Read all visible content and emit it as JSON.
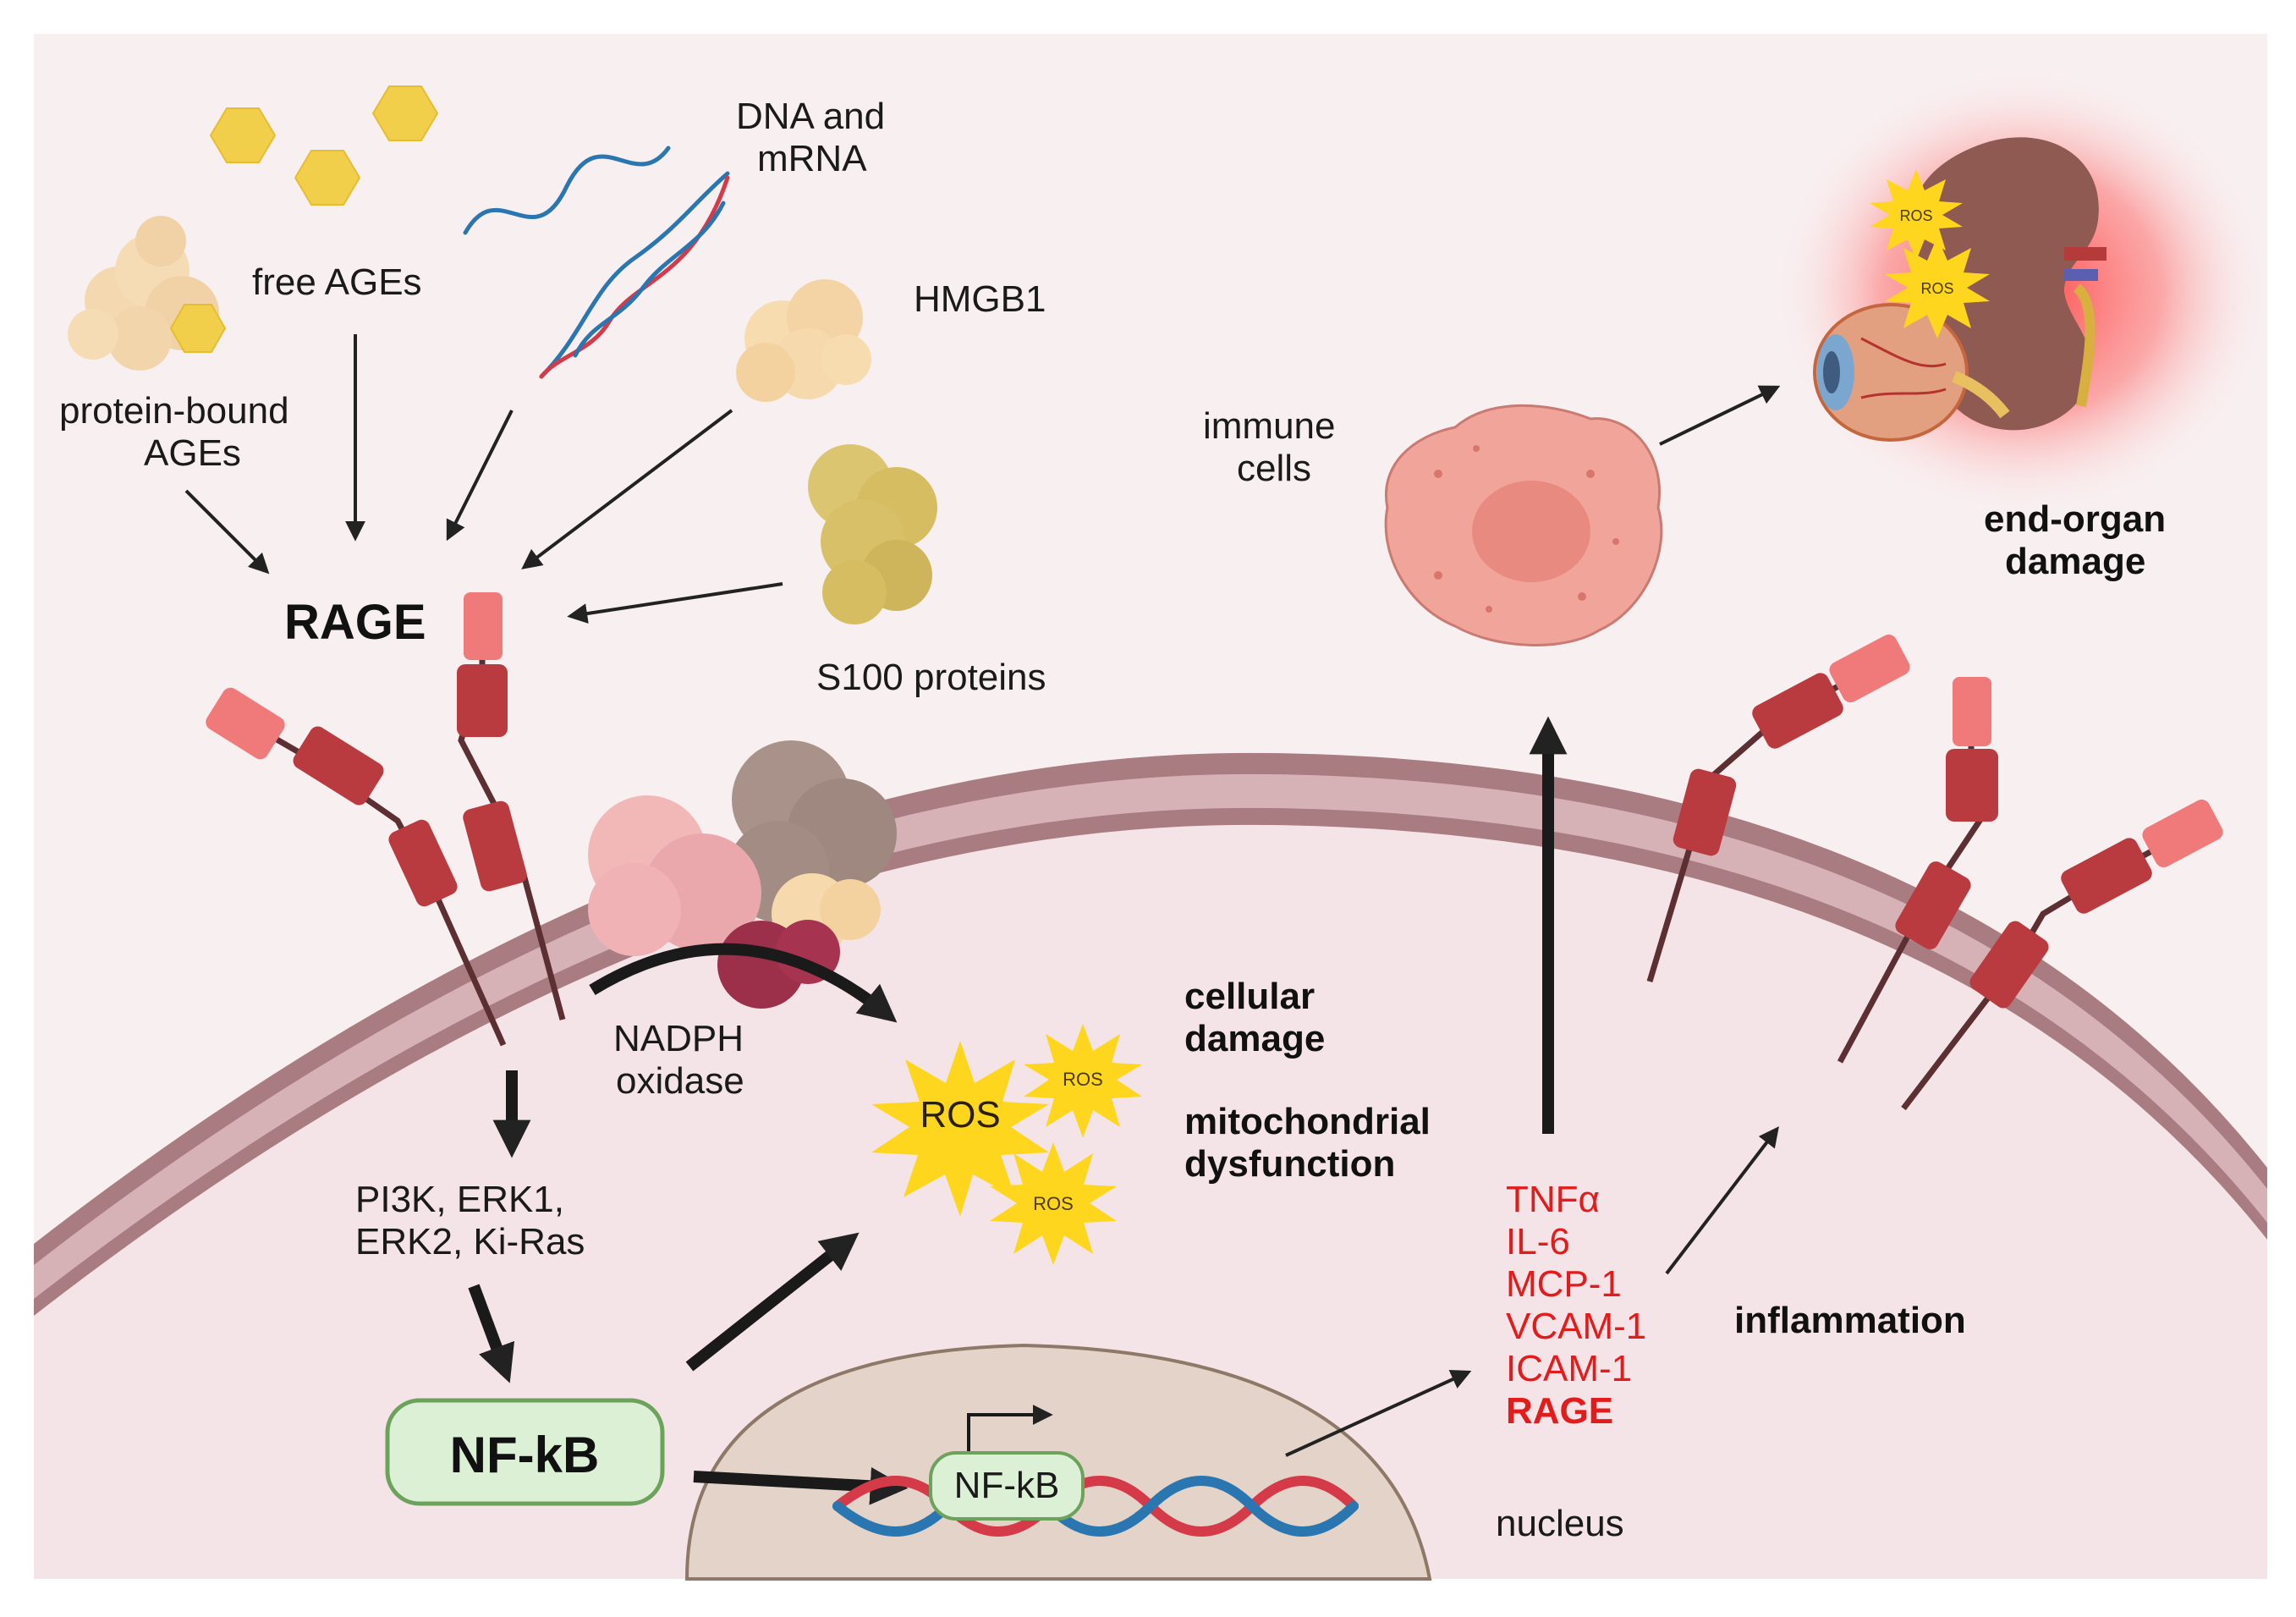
{
  "labels": {
    "dna_mrna_1": "DNA and",
    "dna_mrna_2": "mRNA",
    "free_ages": "free AGEs",
    "hmgb1": "HMGB1",
    "protein_bound_1": "protein-bound",
    "protein_bound_2": "AGEs",
    "rage": "RAGE",
    "s100": "S100 proteins",
    "immune_1": "immune",
    "immune_2": "cells",
    "end_organ_1": "end-organ",
    "end_organ_2": "damage",
    "nadph_1": "NADPH",
    "nadph_2": "oxidase",
    "cellular_1": "cellular",
    "cellular_2": "damage",
    "mito_1": "mitochondrial",
    "mito_2": "dysfunction",
    "pi3k_1": "PI3K, ERK1,",
    "pi3k_2": "ERK2, Ki-Ras",
    "nfkb": "NF-kB",
    "nfkb_small": "NF-kB",
    "nucleus": "nucleus",
    "inflammation": "inflammation",
    "ros_big": "ROS",
    "ros_small": "ROS"
  },
  "cytokines": [
    "TNFα",
    "IL-6",
    "MCP-1",
    "VCAM-1",
    "ICAM-1"
  ],
  "cytokine_bold": "RAGE",
  "colors": {
    "background": "#f8eff0",
    "membrane": "#a87c80",
    "membrane_inner": "#d6b2b6",
    "cytoplasm": "#f4e4e7",
    "nucleus": "#e3d3c8",
    "receptor_dark": "#b93a3f",
    "receptor_light": "#f07a7a",
    "ros_yellow": "#ffd61e",
    "text_red": "#e31b1b",
    "nfkb_box": "#dcf0d6",
    "nfkb_border": "#6da25c"
  }
}
